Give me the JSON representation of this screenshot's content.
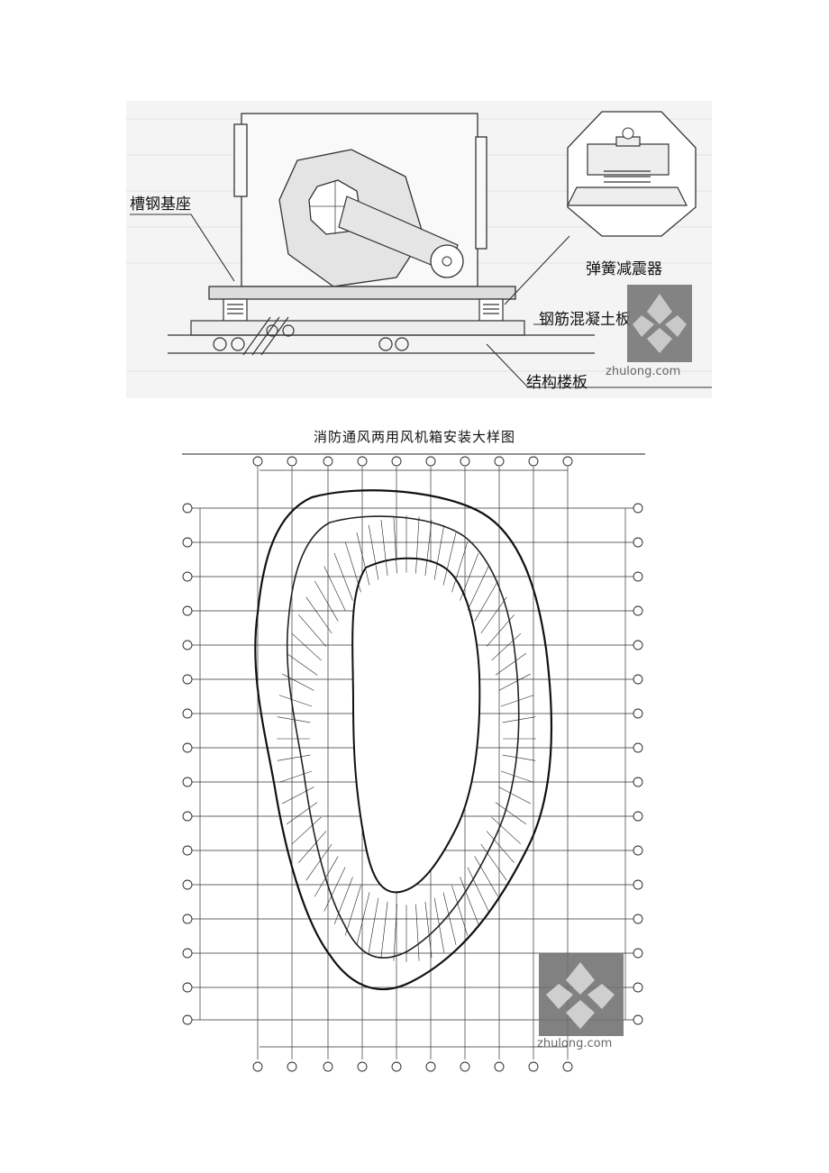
{
  "detail": {
    "labels": {
      "base": "槽钢基座",
      "damper": "弹簧减震器",
      "slab": "钢筋混凝土板",
      "floor": "结构楼板"
    }
  },
  "caption": "消防通风两用风机箱安装大样图",
  "watermark": {
    "text": "zhulong.com"
  }
}
